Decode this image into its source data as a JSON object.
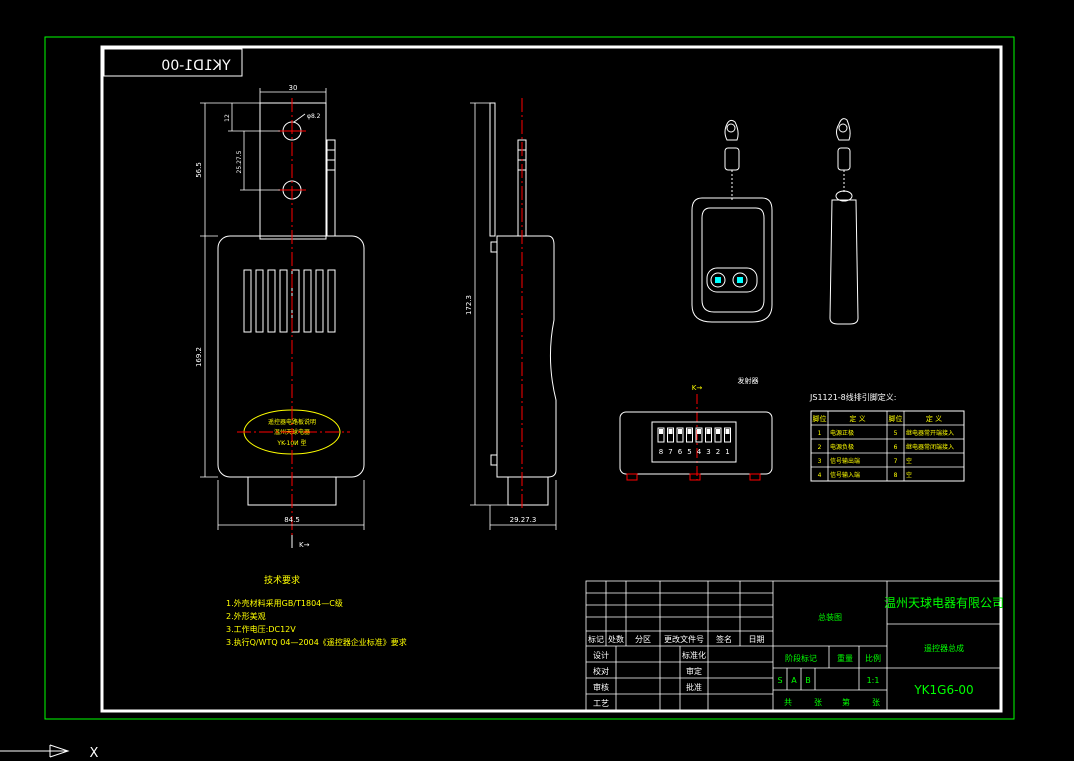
{
  "drawing_number_mirrored": "YK1D1-00",
  "front_view": {
    "dims": {
      "top_width": "30",
      "hole_dia": "φ8.2",
      "top_height": "56.5",
      "hole_offset_small": "12",
      "hole_spacing": "25.27.5",
      "body_height": "169.2",
      "bottom_width": "84.5"
    },
    "section_marker": "K→",
    "label_lines": [
      "遥控器电路板说明",
      "温州天球电器",
      "YK-10И 型"
    ]
  },
  "side_view": {
    "dims": {
      "total_height": "172.3",
      "bottom_width": "29.27.3"
    }
  },
  "dip_switch": {
    "marker": "K→",
    "label": "发射器",
    "numbers": [
      "8",
      "7",
      "6",
      "5",
      "4",
      "3",
      "2",
      "1"
    ]
  },
  "pin_table": {
    "title": "JS1121-8线排引脚定义:",
    "headers": [
      "脚位",
      "定  义",
      "脚位",
      "定  义"
    ],
    "rows": [
      [
        "1",
        "电源正极",
        "5",
        "继电器常开端接入"
      ],
      [
        "2",
        "电源负极",
        "6",
        "继电器常闭端接入"
      ],
      [
        "3",
        "信号输出端",
        "7",
        "空"
      ],
      [
        "4",
        "信号输入端",
        "8",
        "空"
      ]
    ]
  },
  "tech_requirements": {
    "title": "技术要求",
    "items": [
      "1.外壳材料采用GB/T1804—C级",
      "2.外形美观",
      "3.工作电压:DC12V",
      "3.执行Q/WTQ 04—2004《遥控器企业标准》要求"
    ]
  },
  "title_block": {
    "company": "温州天球电器有限公司",
    "drawing_name": "总装图",
    "product_name": "遥控器总成",
    "drawing_number": "YK1G6-00",
    "rev_headers": [
      "标记",
      "处数",
      "分区",
      "更改文件号",
      "签名",
      "日期"
    ],
    "roles": [
      "设计",
      "校对",
      "审核",
      "工艺"
    ],
    "approvals": [
      "标准化",
      "审定",
      "批准"
    ],
    "stage_label": "阶段标记",
    "weight_label": "重量",
    "scale_label": "比例",
    "stage_marks": [
      "S",
      "A",
      "B"
    ],
    "scale_value": "1:1",
    "sheets_total_label": "共",
    "sheet_label": "张",
    "sheet_no_label": "第",
    "sheet_end_label": "张"
  },
  "ucs_axis_label": "X",
  "colors": {
    "background": "#000000",
    "frame_green": "#00ff00",
    "border_white": "#ffffff",
    "center_red": "#ff0000",
    "text_yellow": "#ffff00",
    "block_green": "#00ff00"
  }
}
